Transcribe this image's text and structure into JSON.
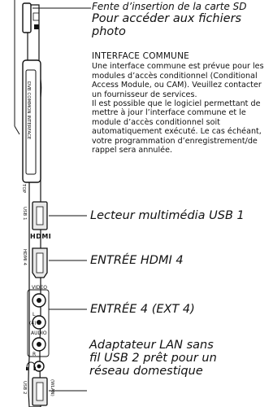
{
  "callouts": {
    "sd_line1": "Fente d’insertion de la carte SD",
    "sd_line2": "Pour accéder aux fichiers",
    "sd_line3": "photo",
    "usb1": "Lecteur multimédia USB 1",
    "hdmi4": "ENTRÉE HDMI 4",
    "ext4": "ENTRÉE 4 (EXT 4)",
    "lan_line1": "Adaptateur LAN sans",
    "lan_line2": "fil USB 2 prêt pour un",
    "lan_line3": "réseau domestique"
  },
  "common_interface": {
    "title": "INTERFACE COMMUNE",
    "paragraph1": "Une interface commune est prévue pour les modules d’accès conditionnel (Conditional Access Module, ou CAM). Veuillez contacter un fournisseur de services.",
    "paragraph2": "Il est possible que le logiciel permettant de mettre à jour l’interface commune et le module d’accès conditionnel soit automatiquement exécuté. Le cas échéant, votre programmation d’enregistrement/de rappel sera annulée."
  },
  "panel_labels": {
    "ci_slot": "DVB COMMON INTERFACE",
    "top": "TOP",
    "usb1": "USB 1",
    "hdmi_logo": "HDMI",
    "hdmi4": "HDMI 4",
    "video": "VIDEO",
    "l": "L",
    "audio": "AUDIO",
    "r": "R",
    "in4": "(4)",
    "usb2": "USB 2",
    "wlan": "(WLAN)"
  },
  "colors": {
    "line": "#111111",
    "panel_fill": "#ffffff",
    "port_fill": "#e9e9e9"
  }
}
